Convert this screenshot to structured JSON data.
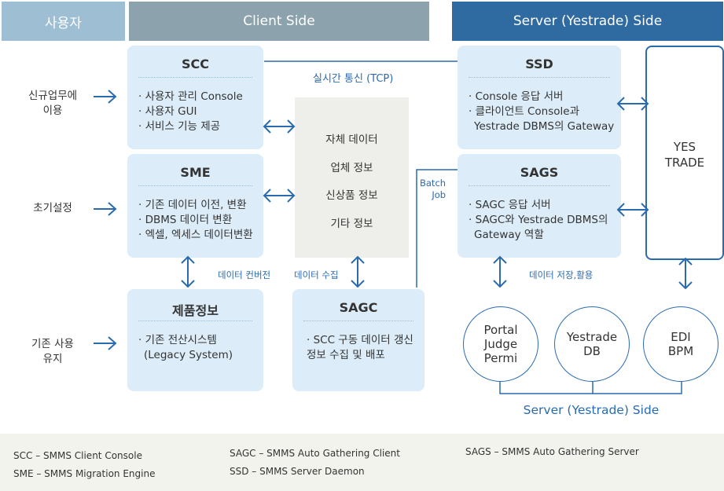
{
  "headers": {
    "user": "사용자",
    "client": "Client Side",
    "server": "Server (Yestrade) Side"
  },
  "users": [
    {
      "lines": [
        "신규업무에",
        "이용"
      ]
    },
    {
      "lines": [
        "초기설정"
      ]
    },
    {
      "lines": [
        "기존 사용",
        "유지"
      ]
    }
  ],
  "scc": {
    "title": "SCC",
    "lines": [
      "· 사용자 관리 Console",
      "· 사용자 GUI",
      "· 서비스 기능 제공"
    ]
  },
  "sme": {
    "title": "SME",
    "lines": [
      "· 기존 데이터 이전, 변환",
      "· DBMS 데이터 변환",
      "· 엑셀, 엑세스 데이터변환"
    ]
  },
  "product": {
    "title": "제품정보",
    "lines": [
      "· 기존 전산시스템",
      "(Legacy System)"
    ]
  },
  "sagc": {
    "title": "SAGC",
    "lines": [
      "· SCC 구동 데이터 갱신",
      "정보 수집 및 배포"
    ]
  },
  "data_panel": {
    "items": [
      "자체 데이터",
      "업체 정보",
      "신상품 정보",
      "기타 정보"
    ]
  },
  "ssd": {
    "title": "SSD",
    "lines": [
      "· Console 응답 서버",
      "· 클라이언트 Console과",
      "Yestrade DBMS의 Gateway"
    ]
  },
  "sags": {
    "title": "SAGS",
    "lines": [
      "· SAGC 응답 서버",
      "· SAGC와 Yestrade DBMS의",
      "Gateway 역할"
    ]
  },
  "yes_trade": {
    "lines": [
      "YES",
      "TRADE"
    ]
  },
  "labels": {
    "realtime": "실시간 통신 (TCP)",
    "batch_job": [
      "Batch",
      "Job"
    ],
    "data_convert": "데이터 컨버전",
    "data_collect": "데이터 수집",
    "data_store": "데이터 저장,활용",
    "server_bottom": "Server (Yestrade) Side"
  },
  "circles": [
    {
      "lines": [
        "Portal",
        "Judge",
        "Permi"
      ]
    },
    {
      "lines": [
        "Yestrade",
        "DB"
      ]
    },
    {
      "lines": [
        "EDI",
        "BPM"
      ]
    }
  ],
  "legend": [
    "SCC – SMMS Client Console",
    "SME – SMMS Migration Engine",
    "SAGC – SMMS Auto Gathering Client",
    "SSD – SMMS Server Daemon",
    "SAGS – SMMS Auto Gathering Server"
  ],
  "colors": {
    "user_header": "#9dbed3",
    "client_header": "#8ca2ac",
    "server_header": "#2f6aa1",
    "box_fill": "#dcedf9",
    "accent": "#2a6bb0"
  }
}
